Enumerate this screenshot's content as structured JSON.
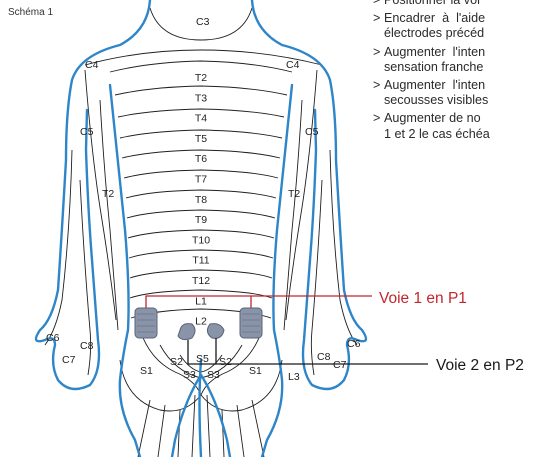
{
  "figure_label": "Schéma 1",
  "instructions": [
    {
      "bullet": ">",
      "text": "Positionner la voi"
    },
    {
      "bullet": ">",
      "text": "Encadrer  à  l'aide"
    },
    {
      "bullet": "",
      "text": "électrodes précéd"
    },
    {
      "bullet": ">",
      "text": "Augmenter  l'inten"
    },
    {
      "bullet": "",
      "text": "sensation franche"
    },
    {
      "bullet": ">",
      "text": "Augmenter  l'inten"
    },
    {
      "bullet": "",
      "text": "secousses visibles"
    },
    {
      "bullet": ">",
      "text": "Augmenter de no"
    },
    {
      "bullet": "",
      "text": "1 et 2 le cas échéa"
    }
  ],
  "dermatome_labels": {
    "c3": "C3",
    "c4_left": "C4",
    "c4_right": "C4",
    "c5_left": "C5",
    "c5_right": "C5",
    "c6_left": "C6",
    "c6_right": "C6",
    "c7_left": "C7",
    "c7_right": "C7",
    "c8_left": "C8",
    "c8_right": "C8",
    "t2_left": "T2",
    "t2_right": "T2",
    "spine": [
      "T2",
      "T3",
      "T4",
      "T5",
      "T6",
      "T7",
      "T8",
      "T9",
      "T10",
      "T11",
      "T12",
      "L1",
      "L2"
    ],
    "s2_left": "S2",
    "s2_right": "S2",
    "s3_left": "S3",
    "s3_right": "S3",
    "s1_left": "S1",
    "s1_right": "S1",
    "l3": "L3",
    "s5": "S5"
  },
  "callouts": {
    "voie1": "Voie 1 en P1",
    "voie2": "Voie 2 en P2"
  },
  "colors": {
    "body_outline": "#2e86c9",
    "voie1": "#c0272d",
    "voie2": "#1a1a1a",
    "electrode": "#8a94a8",
    "lines": "#1f1f1f"
  }
}
